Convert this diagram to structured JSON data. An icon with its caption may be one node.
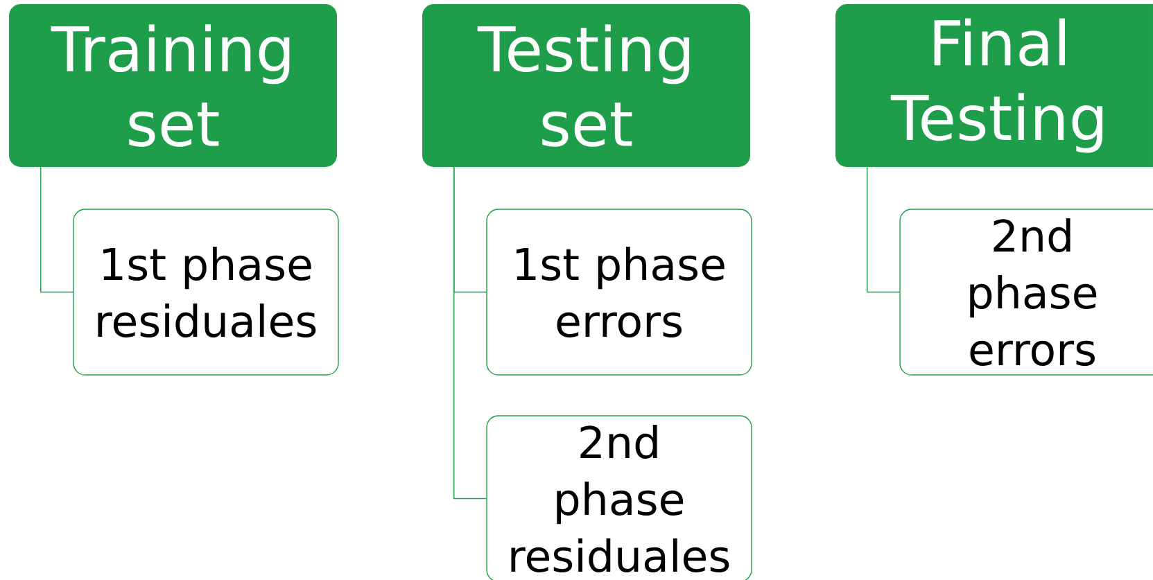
{
  "diagram": {
    "nodes": [
      {
        "text": [
          "Training set"
        ]
      },
      {
        "text": [
          "1st phase residuales"
        ]
      },
      {
        "text": [
          "Testing set"
        ]
      },
      {
        "text": [
          "1st phase errors"
        ]
      },
      {
        "text": [
          "2nd phase residuales"
        ]
      },
      {
        "text": [
          "Final Testing"
        ]
      },
      {
        "text": [
          "2nd phase errors"
        ]
      }
    ],
    "edges": [
      {
        "from": 0,
        "to": 1,
        "arrow": "none"
      },
      {
        "from": 2,
        "to": 3,
        "arrow": "none"
      },
      {
        "from": 2,
        "to": 4,
        "arrow": "none"
      },
      {
        "from": 5,
        "to": 6,
        "arrow": "none"
      }
    ]
  }
}
